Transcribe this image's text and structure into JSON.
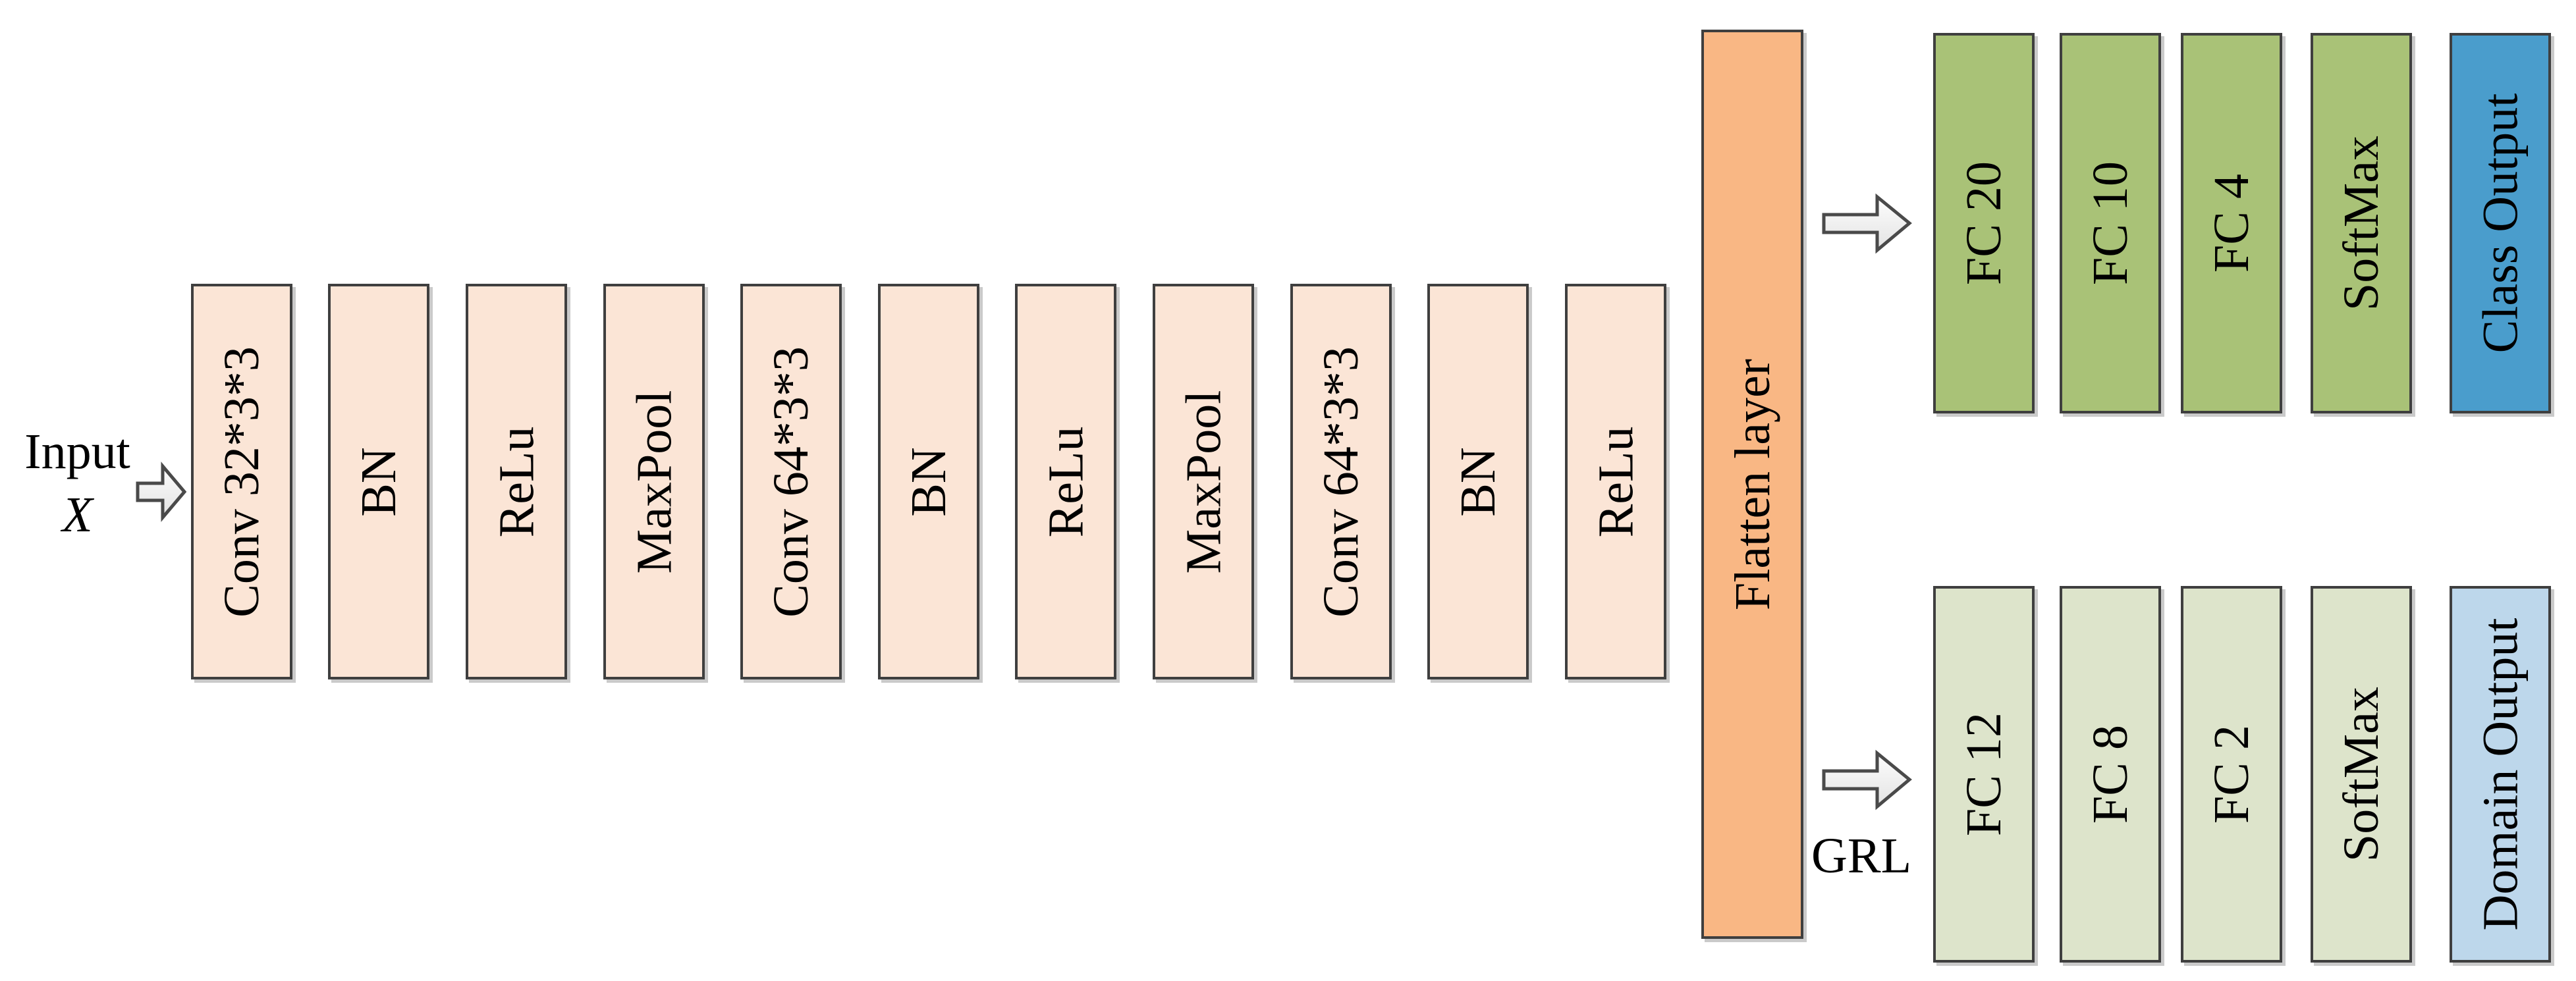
{
  "diagram": {
    "title_hint": "CNN with gradient-reversal domain-adaptation architecture",
    "input_label": {
      "line1": "Input",
      "line2": "X"
    },
    "backbone": [
      {
        "label": "Conv 32*3*3"
      },
      {
        "label": "BN"
      },
      {
        "label": "ReLu"
      },
      {
        "label": "MaxPool"
      },
      {
        "label": "Conv 64*3*3"
      },
      {
        "label": "BN"
      },
      {
        "label": "ReLu"
      },
      {
        "label": "MaxPool"
      },
      {
        "label": "Conv 64*3*3"
      },
      {
        "label": "BN"
      },
      {
        "label": "ReLu"
      }
    ],
    "flatten_label": "Flatten layer",
    "grl_label": "GRL",
    "class_head": {
      "layers": [
        "FC 20",
        "FC 10",
        "FC 4",
        "SoftMax"
      ],
      "output": "Class Output"
    },
    "domain_head": {
      "layers": [
        "FC 12",
        "FC 8",
        "FC 2",
        "SoftMax"
      ],
      "output": "Domain Output"
    },
    "icons": {
      "input_arrow": "right-block-arrow",
      "class_branch_arrow": "right-block-arrow",
      "domain_branch_arrow": "right-block-arrow"
    },
    "colors": {
      "peach": "#FBE5D6",
      "orange": "#F9B784",
      "green": "#A9C277",
      "light_green": "#DDE4CB",
      "blue": "#4A9DCC",
      "light_blue": "#BDD7EB",
      "border": "#3F3F3F",
      "arrow_stroke": "#4A4A4A"
    }
  }
}
